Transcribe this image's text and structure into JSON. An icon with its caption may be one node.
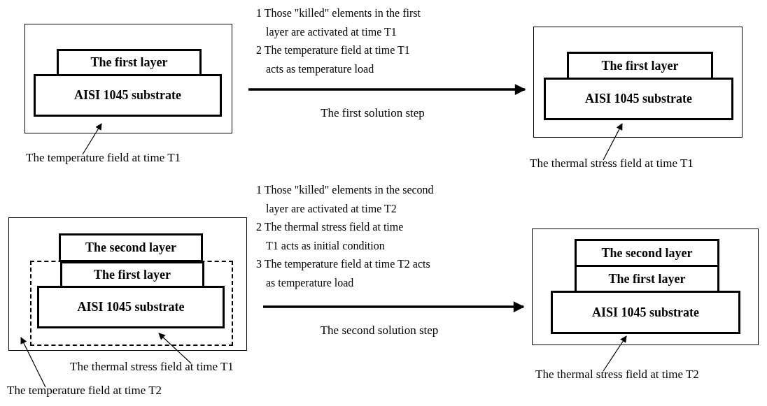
{
  "diagram": {
    "nodes": [
      {
        "text": [],
        "shape": "box"
      },
      {
        "text": [
          "The first layer"
        ],
        "in": 0
      },
      {
        "text": [
          "AISI 1045 substrate"
        ],
        "in": 0
      },
      {
        "text": [
          "The temperature field at time T1"
        ]
      },
      {
        "text": [],
        "shape": "box"
      },
      {
        "text": [
          "The first layer"
        ],
        "in": 4
      },
      {
        "text": [
          "AISI 1045 substrate"
        ],
        "in": 4
      },
      {
        "text": [
          "The thermal stress field at time T1"
        ]
      },
      {
        "text": [],
        "shape": "box"
      },
      {
        "text": [
          "The second layer"
        ],
        "in": 8
      },
      {
        "text": [],
        "shape": "box",
        "in": 8
      },
      {
        "text": [
          "The first layer"
        ],
        "in": 10
      },
      {
        "text": [
          "AISI 1045 substrate"
        ],
        "in": 10
      },
      {
        "text": [
          "The thermal stress field at time T1"
        ]
      },
      {
        "text": [
          "The temperature field at time T2"
        ]
      },
      {
        "text": [],
        "shape": "box"
      },
      {
        "text": [
          "The second layer"
        ],
        "in": 15
      },
      {
        "text": [
          "The first layer"
        ],
        "in": 15
      },
      {
        "text": [
          "AISI 1045 substrate"
        ],
        "in": 15
      },
      {
        "text": [
          "The thermal stress field at time T2"
        ]
      }
    ],
    "edges": [
      {
        "from": 0,
        "to": 4,
        "arrow": "to",
        "style": "thick",
        "label": "The first solution step"
      },
      {
        "from": 8,
        "to": 15,
        "arrow": "to",
        "style": "thick",
        "label": "The second solution step"
      },
      {
        "from": 3,
        "to": 0,
        "arrow": "to"
      },
      {
        "from": 7,
        "to": 4,
        "arrow": "to"
      },
      {
        "from": 13,
        "to": 10,
        "arrow": "to"
      },
      {
        "from": 14,
        "to": 8,
        "arrow": "to"
      },
      {
        "from": 19,
        "to": 15,
        "arrow": "to"
      }
    ],
    "labels": [
      "1 Those \"killed\" elements in the first layer are activated at time T1",
      "2 The temperature field at time T1 acts as temperature load",
      "1 Those \"killed\" elements in the second layer are activated at time T2",
      "2 The thermal stress field at time T1 acts as initial condition",
      "3 The temperature field at time T2 acts as temperature load"
    ]
  }
}
